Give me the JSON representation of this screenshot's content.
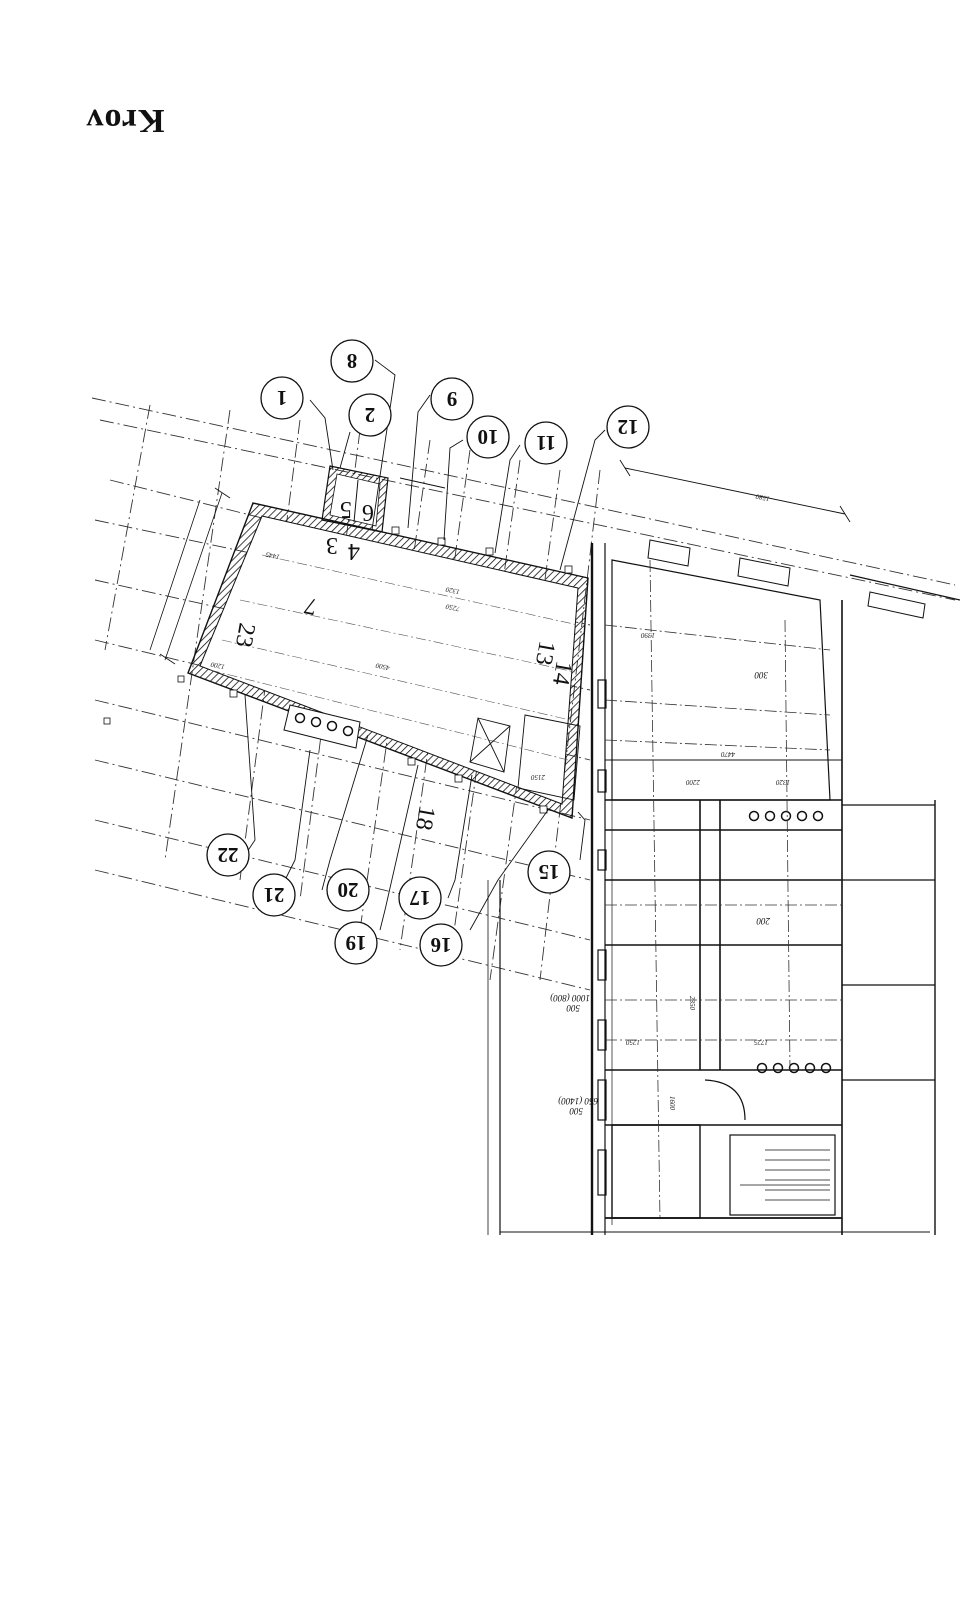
{
  "sheet": {
    "title": "Krov"
  },
  "callouts": [
    {
      "id": "1",
      "label": "1"
    },
    {
      "id": "2",
      "label": "2"
    },
    {
      "id": "8",
      "label": "8"
    },
    {
      "id": "9",
      "label": "9"
    },
    {
      "id": "10",
      "label": "10"
    },
    {
      "id": "11",
      "label": "11"
    },
    {
      "id": "12",
      "label": "12"
    },
    {
      "id": "15",
      "label": "15"
    },
    {
      "id": "16",
      "label": "16"
    },
    {
      "id": "17",
      "label": "17"
    },
    {
      "id": "19",
      "label": "19"
    },
    {
      "id": "20",
      "label": "20"
    },
    {
      "id": "21",
      "label": "21"
    },
    {
      "id": "22",
      "label": "22"
    }
  ],
  "room_labels": [
    "3",
    "4",
    "5",
    "6",
    "7",
    "13",
    "14",
    "18",
    "23"
  ],
  "dimensions": [
    "1445",
    "1320",
    "7250",
    "4500",
    "1200",
    "1390",
    "2150",
    "4470",
    "2200",
    "1320",
    "1250",
    "2350",
    "1600",
    "1725",
    "1580"
  ],
  "notes": [
    "1000 (800)",
    "500",
    "1000(800)",
    "650 (1400)",
    "200",
    "300"
  ]
}
